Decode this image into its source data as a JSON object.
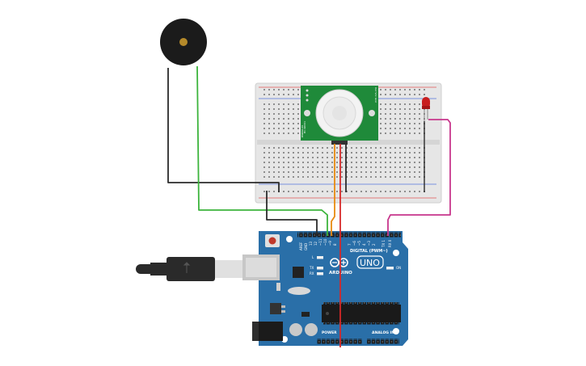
{
  "pir_labels": {
    "left_top": "HC-SR501",
    "left_bottom": "PARALLAX",
    "right_top": "Out Vcc Gnd"
  },
  "board": {
    "brand": "ARDUINO",
    "model": "UNO",
    "digital_header": "DIGITAL (PWM~)",
    "power_header": "POWER",
    "analog_header": "ANALOG IN",
    "led_l": "L",
    "led_tx": "TX",
    "led_rx": "RX",
    "on_label": "ON",
    "pin_aref": "AREF",
    "pin_gnd": "GND",
    "pin_13": "13",
    "pin_12": "12",
    "pin_11": "~11",
    "pin_10": "~10",
    "pin_9": "~9",
    "pin_8": "8",
    "pin_7": "7",
    "pin_6": "~6",
    "pin_5": "~5",
    "pin_4": "4",
    "pin_3": "~3",
    "pin_2": "2",
    "pin_1": "TX 1",
    "pin_0": "RX 0"
  },
  "colors": {
    "wire_black": "#2b2b2b",
    "wire_green": "#3cb43c",
    "wire_orange": "#e88a10",
    "wire_red": "#d62828",
    "wire_magenta": "#c8368c",
    "board_blue": "#2a6fa8",
    "pcb_green": "#1f8a3a"
  }
}
